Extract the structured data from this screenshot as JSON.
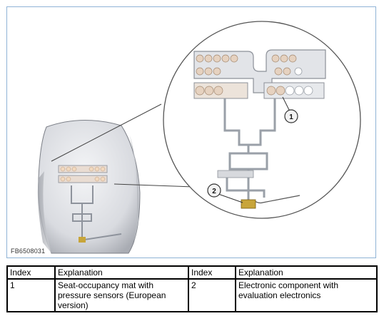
{
  "figure": {
    "code": "FB6508031",
    "callouts": [
      "1",
      "2"
    ],
    "colors": {
      "seat": "#dcdde0",
      "mat": "#c9ccd2",
      "sensor": "#e6d2c0",
      "connector": "#c8a53a",
      "frame": "#8fb3d6"
    }
  },
  "table": {
    "headers": [
      "Index",
      "Explanation",
      "Index",
      "Explanation"
    ],
    "rows": [
      [
        "1",
        "Seat-occupancy mat with pressure sensors (European version)",
        "2",
        "Electronic component with evaluation electronics"
      ]
    ]
  }
}
